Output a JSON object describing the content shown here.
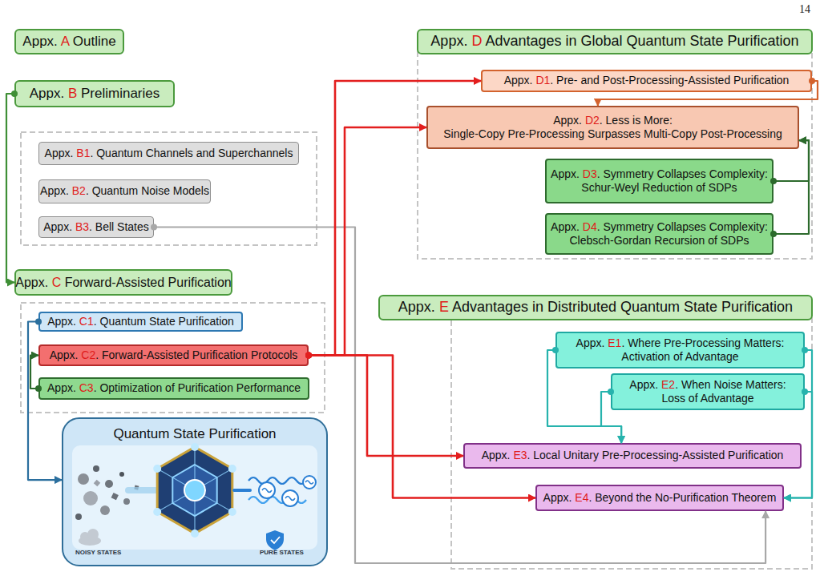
{
  "diagram": {
    "nodes": [
      {
        "text": [
          "Appx. A Outline"
        ]
      },
      {
        "text": [
          "Appx. B Preliminaries"
        ]
      },
      {
        "text": [
          "Appx. B1. Quantum Channels and Superchannels"
        ]
      },
      {
        "text": [
          "Appx. B2. Quantum Noise Models"
        ]
      },
      {
        "text": [
          "Appx. B3. Bell States"
        ]
      },
      {
        "text": [
          "Appx. C Forward-Assisted Purification"
        ]
      },
      {
        "text": [
          "Appx. C1. Quantum State Purification"
        ]
      },
      {
        "text": [
          "Appx. C2. Forward-Assisted Purification Protocols"
        ]
      },
      {
        "text": [
          "Appx. C3. Optimization of Purification Performance"
        ]
      },
      {
        "text": [
          "Quantum State Purification"
        ]
      },
      {
        "text": [
          "Appx. D Advantages in Global Quantum State Purification"
        ]
      },
      {
        "text": [
          "Appx. D1. Pre- and Post-Processing-Assisted Purification"
        ]
      },
      {
        "text": [
          "Appx. D2. Less is More: Single-Copy Pre-Processing Surpasses Multi-Copy Post-Processing"
        ]
      },
      {
        "text": [
          "Appx. D3. Symmetry Collapses Complexity: Schur-Weyl Reduction of SDPs"
        ]
      },
      {
        "text": [
          "Appx. D4. Symmetry Collapses Complexity: Clebsch-Gordan Recursion of SDPs"
        ]
      },
      {
        "text": [
          "Appx. E Advantages in Distributed Quantum State Purification"
        ]
      },
      {
        "text": [
          "Appx. E1. Where Pre-Processing Matters: Activation of Advantage"
        ]
      },
      {
        "text": [
          "Appx. E2. When Noise Matters: Loss of Advantage"
        ]
      },
      {
        "text": [
          "Appx. E3. Local Unitary Pre-Processing-Assisted Purification"
        ]
      },
      {
        "text": [
          "Appx. E4. Beyond the No-Purification Theorem"
        ]
      }
    ],
    "edges": [
      {
        "from": 1,
        "to": 5,
        "arrow": "to"
      },
      {
        "from": 4,
        "to": 19,
        "arrow": "to"
      },
      {
        "from": 6,
        "to": 9,
        "arrow": "to"
      },
      {
        "from": 8,
        "to": 7,
        "arrow": "to"
      },
      {
        "from": 7,
        "to": 11,
        "arrow": "to"
      },
      {
        "from": 7,
        "to": 12,
        "arrow": "to"
      },
      {
        "from": 7,
        "to": 18,
        "arrow": "to"
      },
      {
        "from": 7,
        "to": 19,
        "arrow": "to"
      },
      {
        "from": 11,
        "to": 12,
        "arrow": "to"
      },
      {
        "from": 13,
        "to": 12,
        "arrow": "to"
      },
      {
        "from": 14,
        "to": 12,
        "arrow": "to"
      },
      {
        "from": 16,
        "to": 18,
        "arrow": "to"
      },
      {
        "from": 17,
        "to": 18,
        "arrow": "to"
      },
      {
        "from": 16,
        "to": 19,
        "arrow": "to"
      },
      {
        "from": 17,
        "to": 19,
        "arrow": "to"
      }
    ],
    "labels": [
      "14",
      "NOISY STATES",
      "PURE STATES"
    ]
  }
}
